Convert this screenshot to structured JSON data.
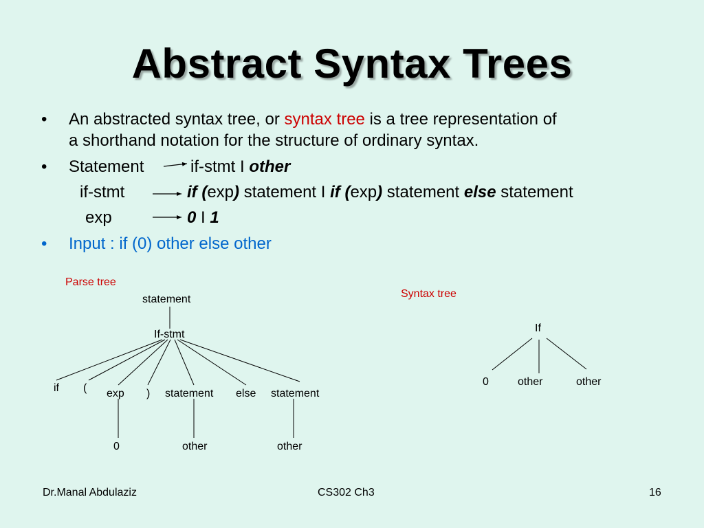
{
  "title": "Abstract Syntax Trees",
  "bullets": {
    "b1": {
      "marker": "•",
      "line1_a": "An abstracted syntax tree, or ",
      "line1_hl": "syntax tree",
      "line1_b": " is a tree representation of",
      "line2": "a shorthand notation for the structure of ordinary syntax."
    },
    "b2": {
      "marker": "•",
      "lhs": "Statement",
      "rhs_a": "if-stmt",
      "sep": "I",
      "rhs_b": "other"
    },
    "rule_ifstmt": {
      "lhs": "if-stmt",
      "if1": "if (",
      "exp1": "exp",
      "close1": ")",
      "stmt1": " statement ",
      "sep": "I",
      "if2": "if (",
      "exp2": "exp",
      "close2": ")",
      "stmt2": " statement ",
      "else_kw": "else",
      "stmt3": " statement"
    },
    "rule_exp": {
      "lhs": "exp",
      "zero": "0",
      "sep": "I",
      "one": "1"
    },
    "b3": {
      "marker": "•",
      "text": "Input : if (0) other else other"
    }
  },
  "parse_tree": {
    "caption": "Parse tree",
    "nodes": {
      "statement": "statement",
      "ifstmt": "If-stmt",
      "if": "if",
      "lparen": "(",
      "exp": "exp",
      "rparen": ")",
      "statement2": "statement",
      "else": "else",
      "statement3": "statement",
      "zero": "0",
      "other1": "other",
      "other2": "other"
    }
  },
  "syntax_tree": {
    "caption": "Syntax tree",
    "nodes": {
      "root": "If",
      "zero": "0",
      "other1": "other",
      "other2": "other"
    }
  },
  "footer": {
    "author": "Dr.Manal Abdulaziz",
    "course": "CS302 Ch3",
    "page": "16"
  },
  "colors": {
    "background": "#dff5ee",
    "highlight_red": "#cc0000",
    "highlight_blue": "#0066cc"
  }
}
